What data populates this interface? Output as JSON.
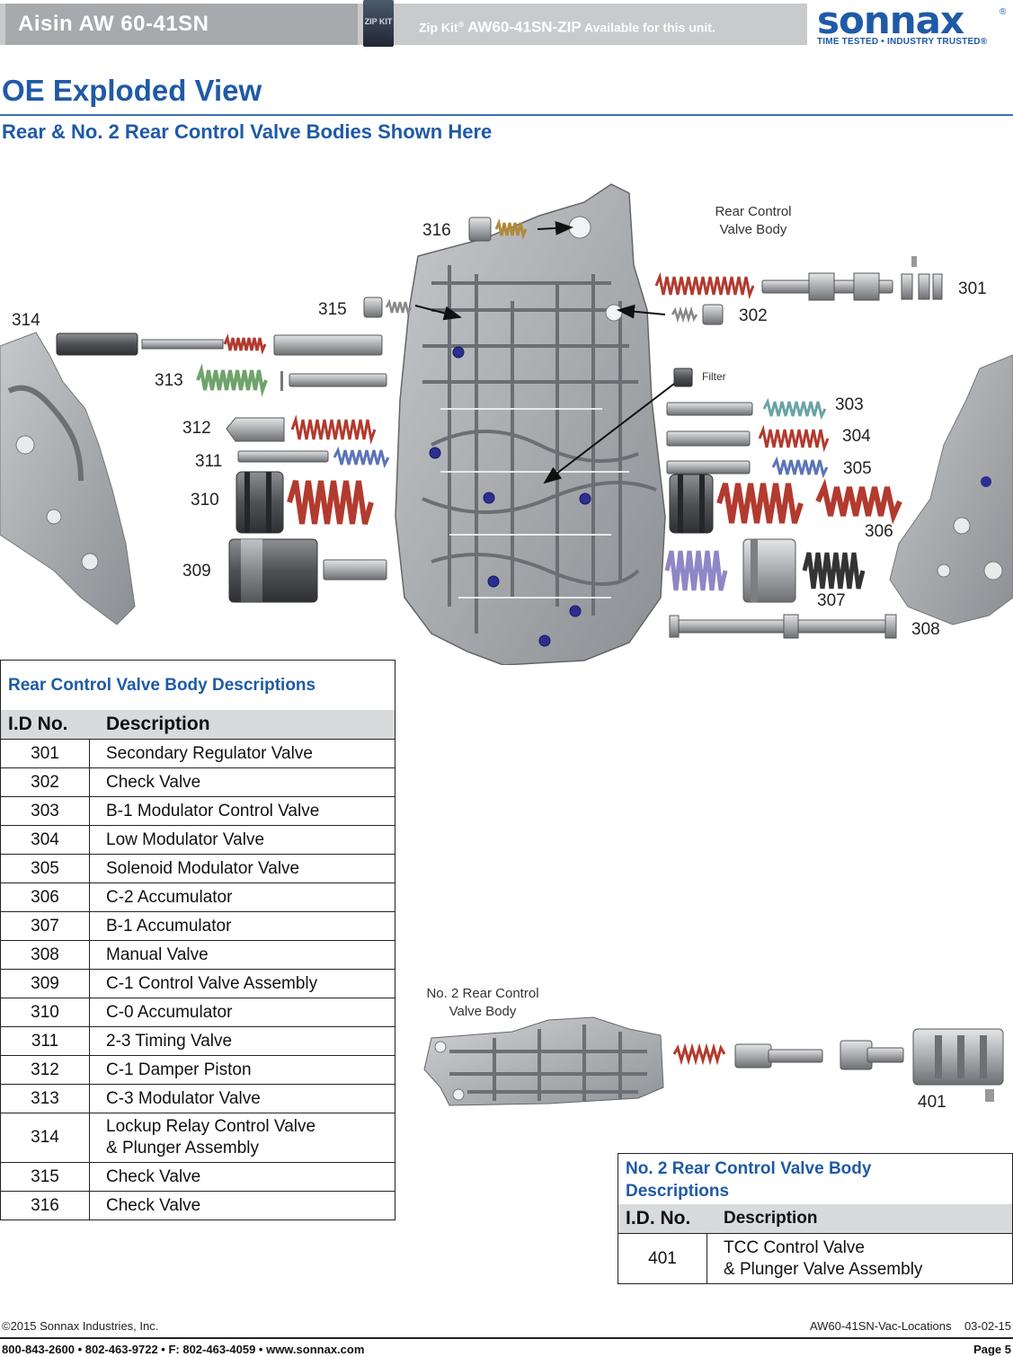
{
  "header": {
    "model": "Aisin AW 60-41SN",
    "zipkit_box_text": "ZIP KIT",
    "zip_prefix": "Zip Kit",
    "zip_reg": "®",
    "zip_part": "AW60-41SN-ZIP",
    "zip_suffix": "Available for this unit.",
    "logo": "sonnax",
    "logo_reg": "®",
    "tagline": "TIME TESTED • INDUSTRY TRUSTED®"
  },
  "title": "OE Exploded View",
  "subtitle": "Rear & No. 2 Rear Control Valve Bodies Shown Here",
  "diagram": {
    "note_rear": [
      "Rear Control",
      "Valve Body"
    ],
    "note_no2": [
      "No. 2 Rear Control",
      "Valve Body"
    ],
    "filter_label": "Filter",
    "callouts": [
      "316",
      "315",
      "314",
      "313",
      "312",
      "311",
      "310",
      "309",
      "302",
      "301",
      "303",
      "304",
      "305",
      "306",
      "307",
      "308",
      "401"
    ]
  },
  "table1": {
    "caption": "Rear Control Valve Body Descriptions",
    "col_id": "I.D No.",
    "col_desc": "Description",
    "rows": [
      {
        "id": "301",
        "desc": "Secondary Regulator Valve"
      },
      {
        "id": "302",
        "desc": "Check Valve"
      },
      {
        "id": "303",
        "desc": "B-1 Modulator Control Valve"
      },
      {
        "id": "304",
        "desc": "Low Modulator Valve"
      },
      {
        "id": "305",
        "desc": "Solenoid Modulator Valve"
      },
      {
        "id": "306",
        "desc": "C-2 Accumulator"
      },
      {
        "id": "307",
        "desc": "B-1 Accumulator"
      },
      {
        "id": "308",
        "desc": "Manual Valve"
      },
      {
        "id": "309",
        "desc": "C-1 Control Valve Assembly"
      },
      {
        "id": "310",
        "desc": "C-0 Accumulator"
      },
      {
        "id": "311",
        "desc": "2-3 Timing Valve"
      },
      {
        "id": "312",
        "desc": "C-1 Damper Piston"
      },
      {
        "id": "313",
        "desc": "C-3 Modulator Valve"
      },
      {
        "id": "314",
        "desc_line1": "Lockup Relay Control Valve",
        "desc_line2": "& Plunger Assembly"
      },
      {
        "id": "315",
        "desc": "Check Valve"
      },
      {
        "id": "316",
        "desc": "Check Valve"
      }
    ]
  },
  "table2": {
    "caption_line1": "No. 2 Rear Control Valve Body",
    "caption_line2": "Descriptions",
    "col_id": "I.D. No.",
    "col_desc": "Description",
    "rows": [
      {
        "id": "401",
        "desc_line1": "TCC Control Valve",
        "desc_line2": "& Plunger Valve Assembly"
      }
    ]
  },
  "footer": {
    "copyright": "©2015 Sonnax Industries, Inc.",
    "doc_id": "AW60-41SN-Vac-Locations",
    "date": "03-02-15",
    "contact": "800-843-2600 • 802-463-9722 • F: 802-463-4059 • www.sonnax.com",
    "page": "Page 5"
  },
  "colors": {
    "brand_blue": "#1f5aa6",
    "header_gray": "#a7a9ac",
    "spring_red": "#b23a2e",
    "spring_green": "#6fa36a",
    "spring_blue": "#5b73b8",
    "spring_purple": "#8f86c6",
    "spring_teal": "#6aa3a6",
    "spring_brass": "#b08a3a",
    "check_ball": "#2c2f8f"
  }
}
